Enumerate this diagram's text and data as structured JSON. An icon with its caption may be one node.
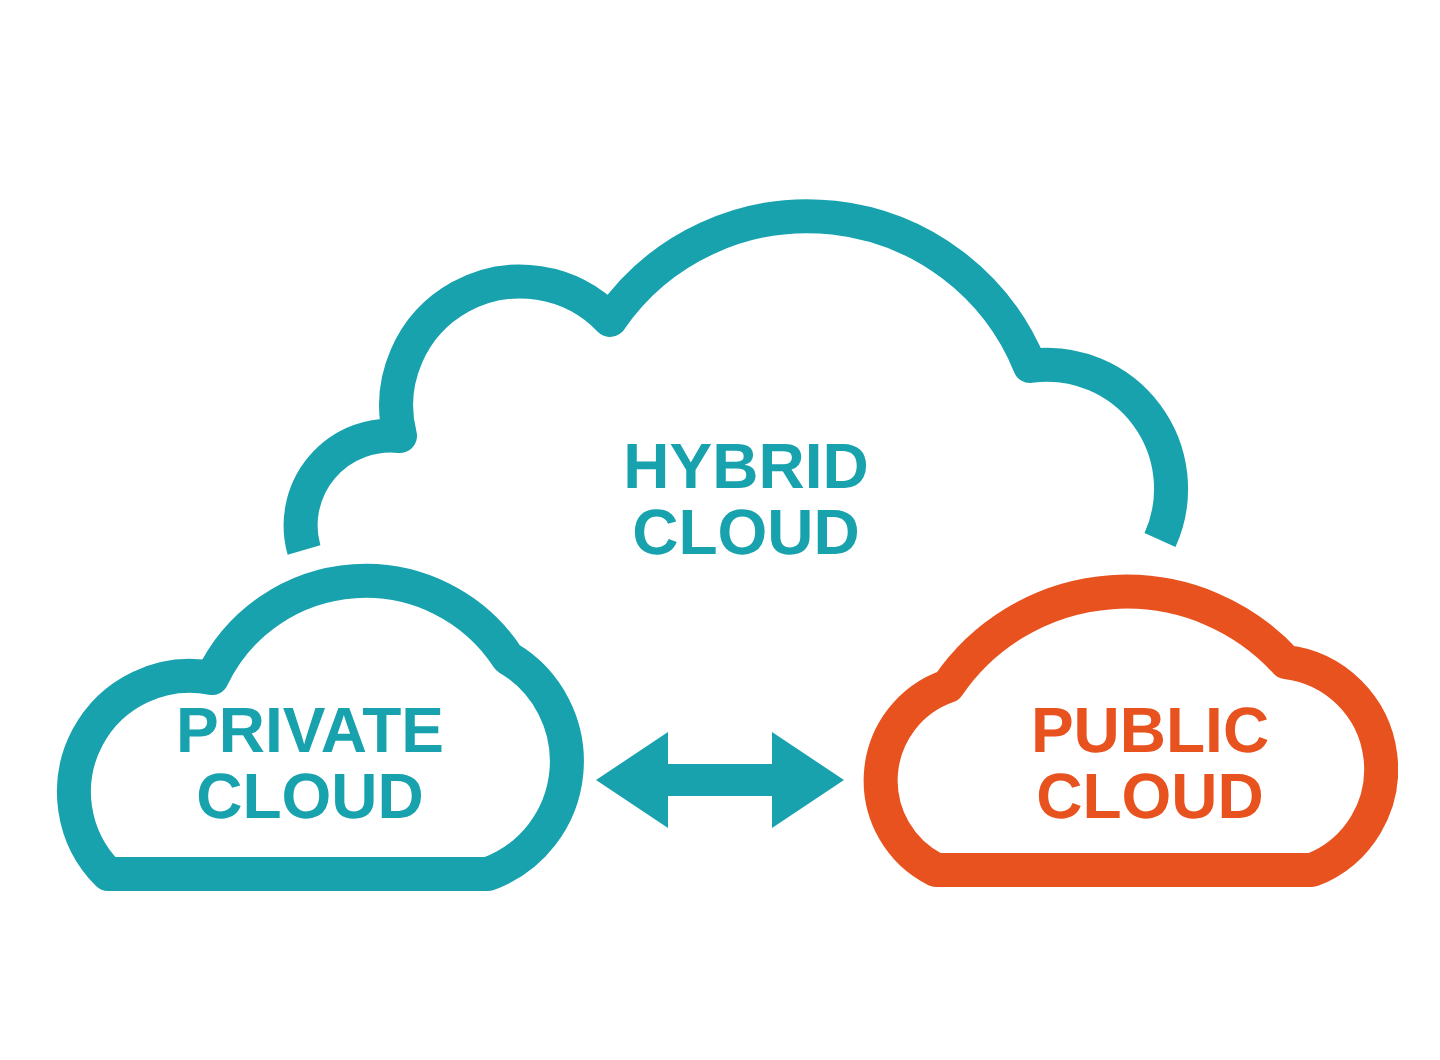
{
  "diagram": {
    "nodes": [
      {
        "text": [
          "HYBRID CLOUD"
        ]
      },
      {
        "text": [
          "PRIVATE CLOUD"
        ]
      },
      {
        "text": [
          "PUBLIC CLOUD"
        ]
      }
    ],
    "edges": [
      {
        "from": 1,
        "to": 2,
        "arrow": "both",
        "style": "thick"
      }
    ]
  }
}
